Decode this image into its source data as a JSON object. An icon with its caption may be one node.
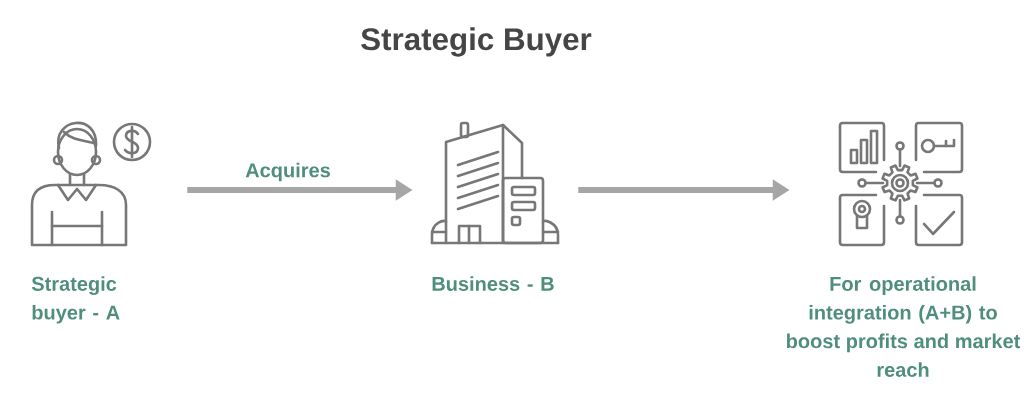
{
  "diagram": {
    "title": "Strategic Buyer",
    "nodes": [
      {
        "text": [],
        "shape": "person",
        "beside": [
          "Strategic buyer - A"
        ]
      },
      {
        "text": [],
        "shape": "picture",
        "beside": [
          "Business - B"
        ]
      },
      {
        "text": [],
        "shape": "picture",
        "beside": [
          "For operational integration (A+B) to boost profits and market reach"
        ]
      }
    ],
    "edges": [
      {
        "from": 0,
        "to": 1,
        "arrow": "to",
        "label": "Acquires"
      },
      {
        "from": 1,
        "to": 2,
        "arrow": "to"
      }
    ]
  }
}
